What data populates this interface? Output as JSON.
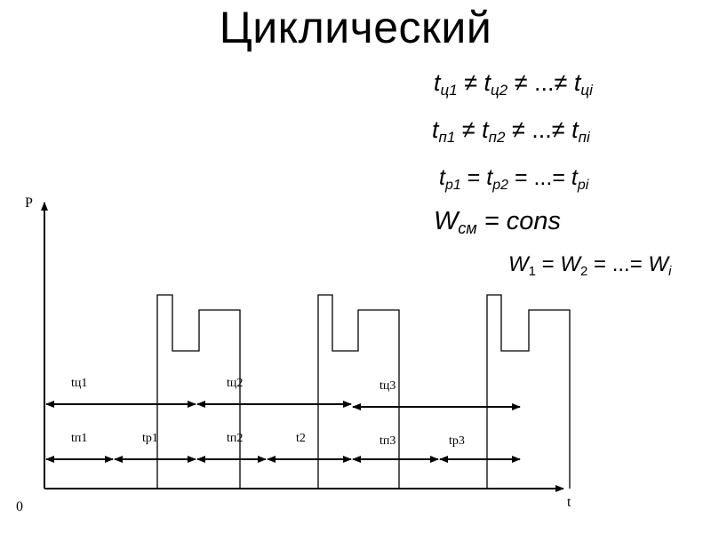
{
  "title": "Циклический",
  "formulas": [
    {
      "parts": [
        "t",
        "ц1",
        " ≠ ",
        "t",
        "ц2",
        " ≠ ...≠ ",
        "t",
        "цi"
      ]
    },
    {
      "parts": [
        "t",
        "п1",
        " ≠ ",
        "t",
        "п2",
        " ≠ ...≠ ",
        "t",
        "пi"
      ]
    },
    {
      "parts": [
        "t",
        "р1",
        " = ",
        "t",
        "р2",
        " = ...= ",
        "t",
        "рi"
      ]
    },
    {
      "parts": [
        "W",
        "см",
        " = cons",
        "",
        "",
        "",
        "",
        ""
      ]
    },
    {
      "parts": [
        "W",
        "1",
        " = ",
        "W",
        "2",
        " = ...= ",
        "W",
        "i"
      ]
    }
  ],
  "axes": {
    "y_label": "P",
    "x_label": "t",
    "origin": "0"
  },
  "cycle_labels": [
    "tц1",
    "tц2",
    "tц3"
  ],
  "phase_labels": [
    "tп1",
    "tр1",
    "tп2",
    "t2",
    "tп3",
    "tр3"
  ],
  "colors": {
    "line": "#000000",
    "background": "#ffffff"
  }
}
